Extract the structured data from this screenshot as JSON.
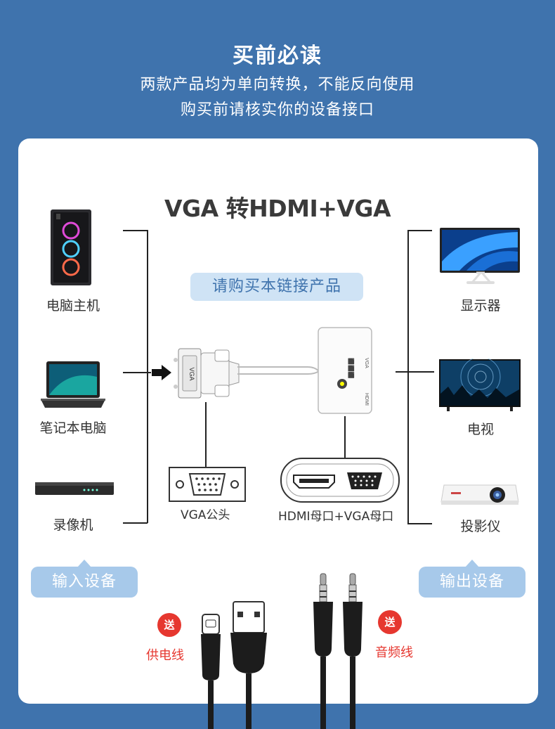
{
  "header": {
    "title": "买前必读",
    "line1": "两款产品均为单向转换，不能反向使用",
    "line2": "购买前请核实你的设备接口"
  },
  "product_title": "VGA 转HDMI+VGA",
  "buy_pill": "请购买本链接产品",
  "inputs": {
    "pc": "电脑主机",
    "laptop": "笔记本电脑",
    "recorder": "录像机",
    "tag": "输入设备"
  },
  "outputs": {
    "monitor": "显示器",
    "tv": "电视",
    "projector": "投影仪",
    "tag": "输出设备"
  },
  "ports": {
    "vga_male": "VGA公头",
    "hdmi_vga_female": "HDMI母口+VGA母口"
  },
  "adapter_box": {
    "vga_text": "VGA",
    "hdmi_text": "HDMI"
  },
  "gifts": {
    "badge": "送",
    "power_cable": "供电线",
    "audio_cable": "音频线"
  },
  "colors": {
    "background": "#3f73ad",
    "tag": "#a7c9ea",
    "pill": "#cfe3f5",
    "badge_red": "#e6372f"
  }
}
